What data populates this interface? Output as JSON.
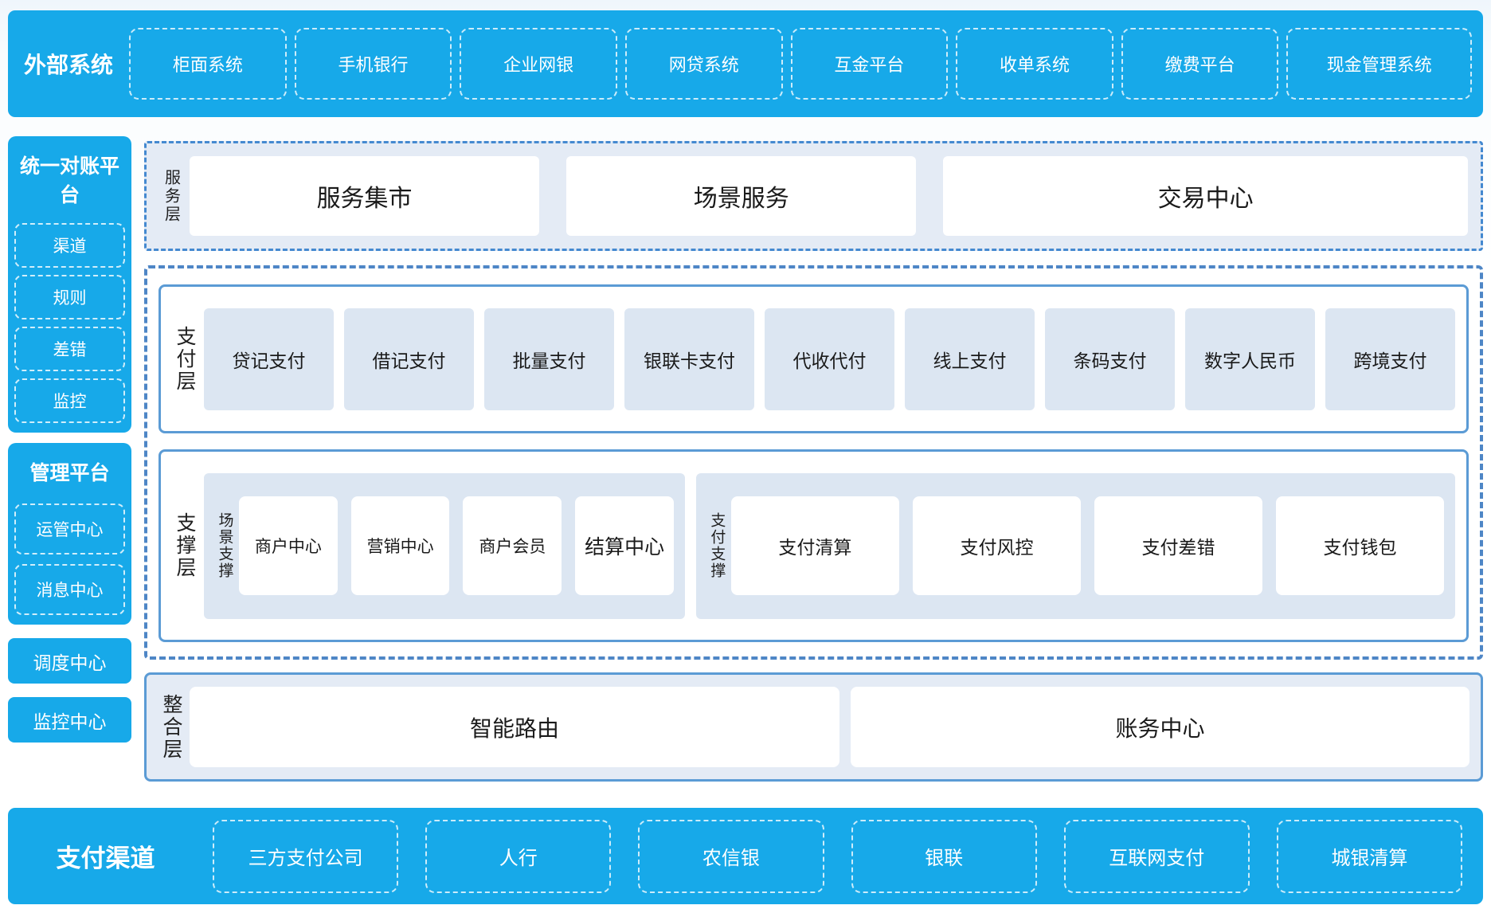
{
  "external_systems": {
    "title": "外部系统",
    "items": [
      "柜面系统",
      "手机银行",
      "企业网银",
      "网贷系统",
      "互金平台",
      "收单系统",
      "缴费平台",
      "现金管理系统"
    ]
  },
  "sidebar": {
    "reconciliation": {
      "title": "统一对账平台",
      "items": [
        "渠道",
        "规则",
        "差错",
        "监控"
      ]
    },
    "management": {
      "title": "管理平台",
      "items": [
        "运管中心",
        "消息中心"
      ]
    },
    "dispatch_center": "调度中心",
    "monitor_center": "监控中心"
  },
  "service_layer": {
    "label": "服务层",
    "items": [
      "服务集市",
      "场景服务",
      "交易中心"
    ]
  },
  "payment_layer": {
    "label": "支付层",
    "items": [
      "贷记支付",
      "借记支付",
      "批量支付",
      "银联卡支付",
      "代收代付",
      "线上支付",
      "条码支付",
      "数字人民币",
      "跨境支付"
    ]
  },
  "support_layer": {
    "label": "支撑层",
    "groups": [
      {
        "label": "场景支撑",
        "items": [
          "商户中心",
          "营销中心",
          "商户会员",
          "结算中心"
        ]
      },
      {
        "label": "支付支撑",
        "items": [
          "支付清算",
          "支付风控",
          "支付差错",
          "支付钱包"
        ]
      }
    ]
  },
  "integration_layer": {
    "label": "整合层",
    "items": [
      "智能路由",
      "账务中心"
    ]
  },
  "payment_channels": {
    "title": "支付渠道",
    "items": [
      "三方支付公司",
      "人行",
      "农信银",
      "银联",
      "互联网支付",
      "城银清算"
    ]
  },
  "accent_colors": {
    "primary_cyan": "#17a9e9",
    "panel_blue": "#e4ebf5",
    "card_blue": "#dce6f2",
    "solid_border_blue": "#5b9bd5",
    "dashed_border_blue": "#4e86c6",
    "dashdot_border_blue": "#4489d0",
    "text_dark": "#1a1a1a",
    "text_white": "#ffffff"
  }
}
